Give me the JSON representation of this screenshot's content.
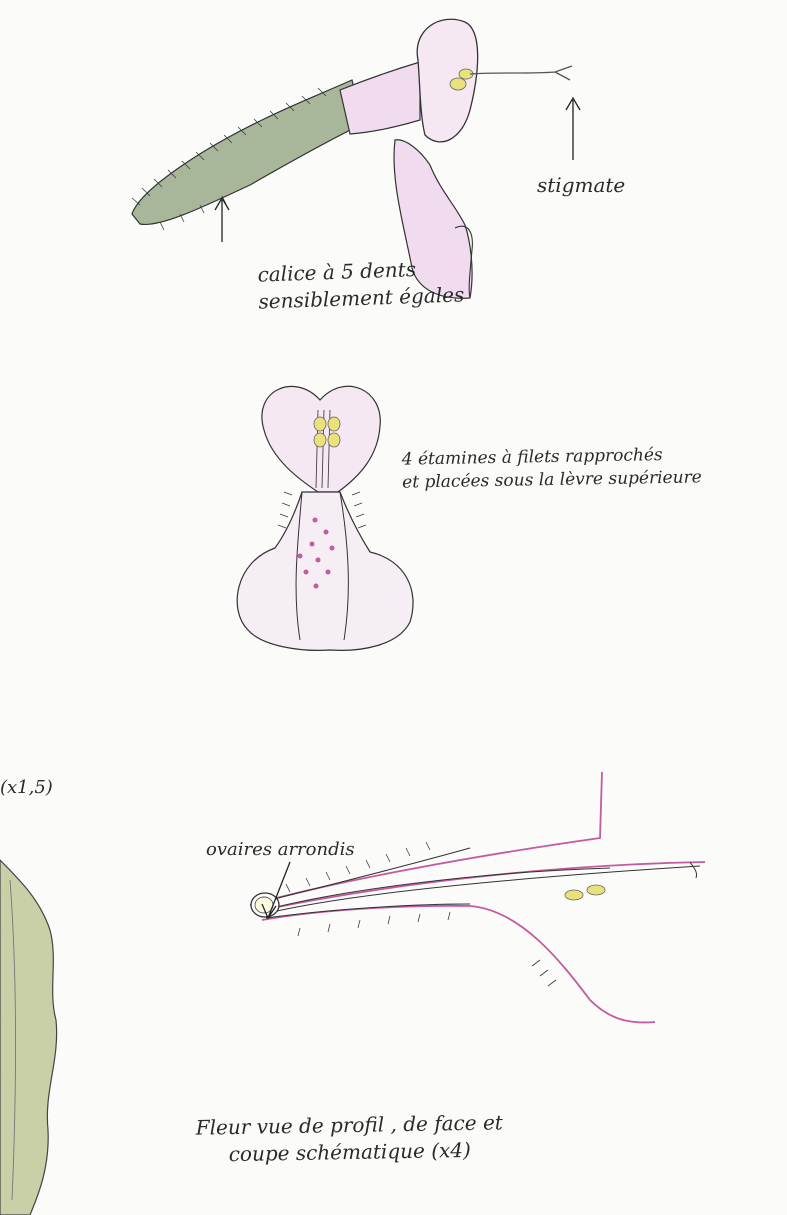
{
  "labels": {
    "calice_line1": "calice à 5 dents",
    "calice_line2": "sensiblement égales",
    "stigmate": "stigmate",
    "etamines_line1": "4 étamines à filets rapprochés",
    "etamines_line2": "et placées sous la lèvre supérieure",
    "leaf_scale": "(x1,5)",
    "ovaires": "ovaires arrondis",
    "caption_line1": "Fleur vue de profil , de face et",
    "caption_line2": "coupe schématique (x4)"
  },
  "colors": {
    "paper": "#fbfbf9",
    "ink": "#2b2b2b",
    "petal_pink": "#f1dcef",
    "petal_line_pink": "#c45aa0",
    "anther_yellow": "#e9e27a",
    "calyx_green": "#a8b79a",
    "leaf_green": "#c9cfa6"
  }
}
